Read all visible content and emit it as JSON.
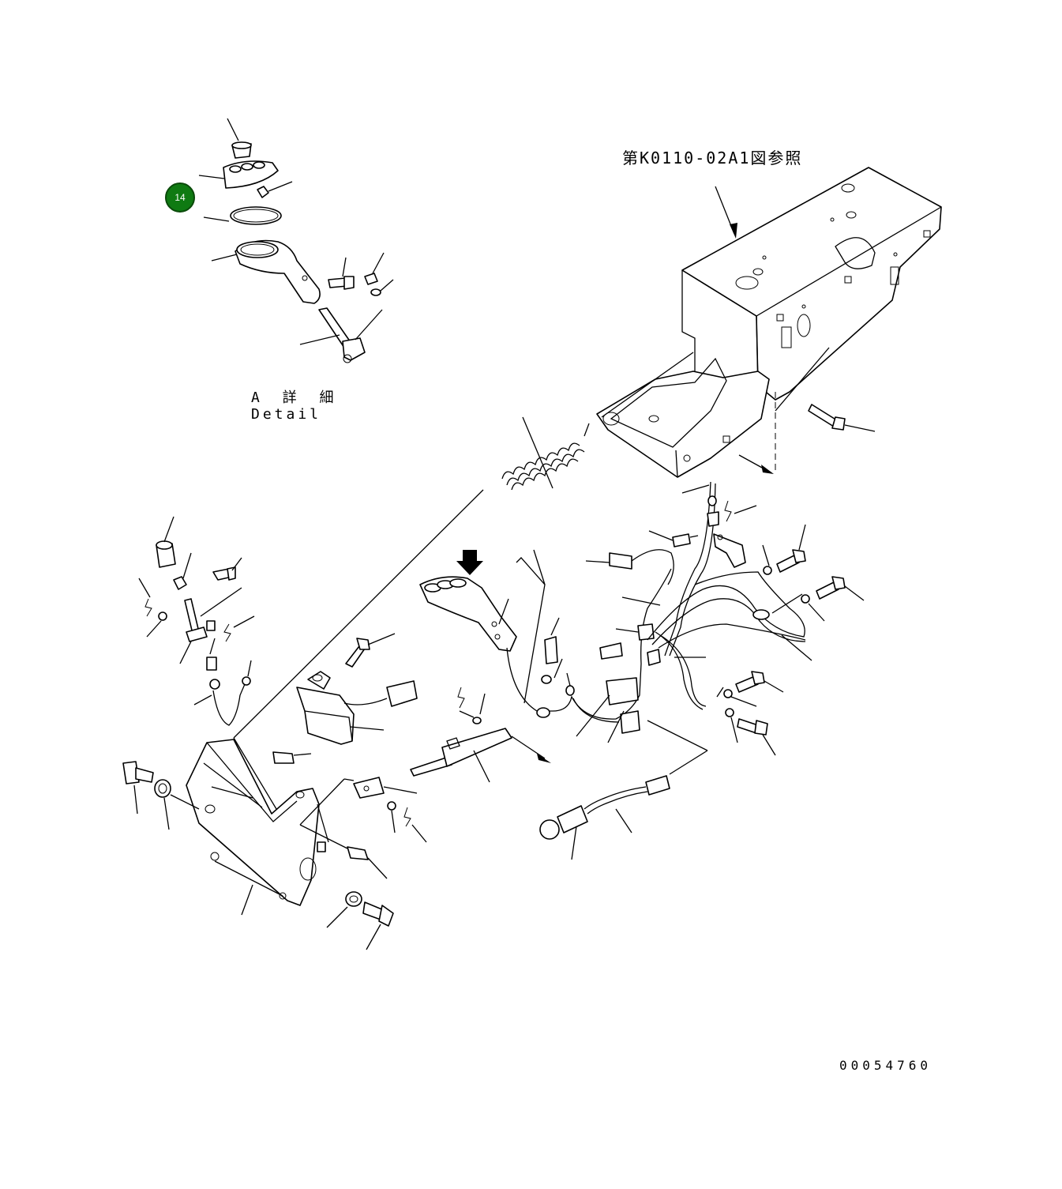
{
  "reference_note": "第K0110-02A1図参照",
  "detail": {
    "label_jp": "A 詳 細",
    "label_en": "Detail"
  },
  "callout": {
    "number": "14",
    "color": "#0f7a12"
  },
  "document_number": "00054760",
  "arrow_marker": {
    "icon": "down-arrow-icon",
    "color": "#000000"
  }
}
